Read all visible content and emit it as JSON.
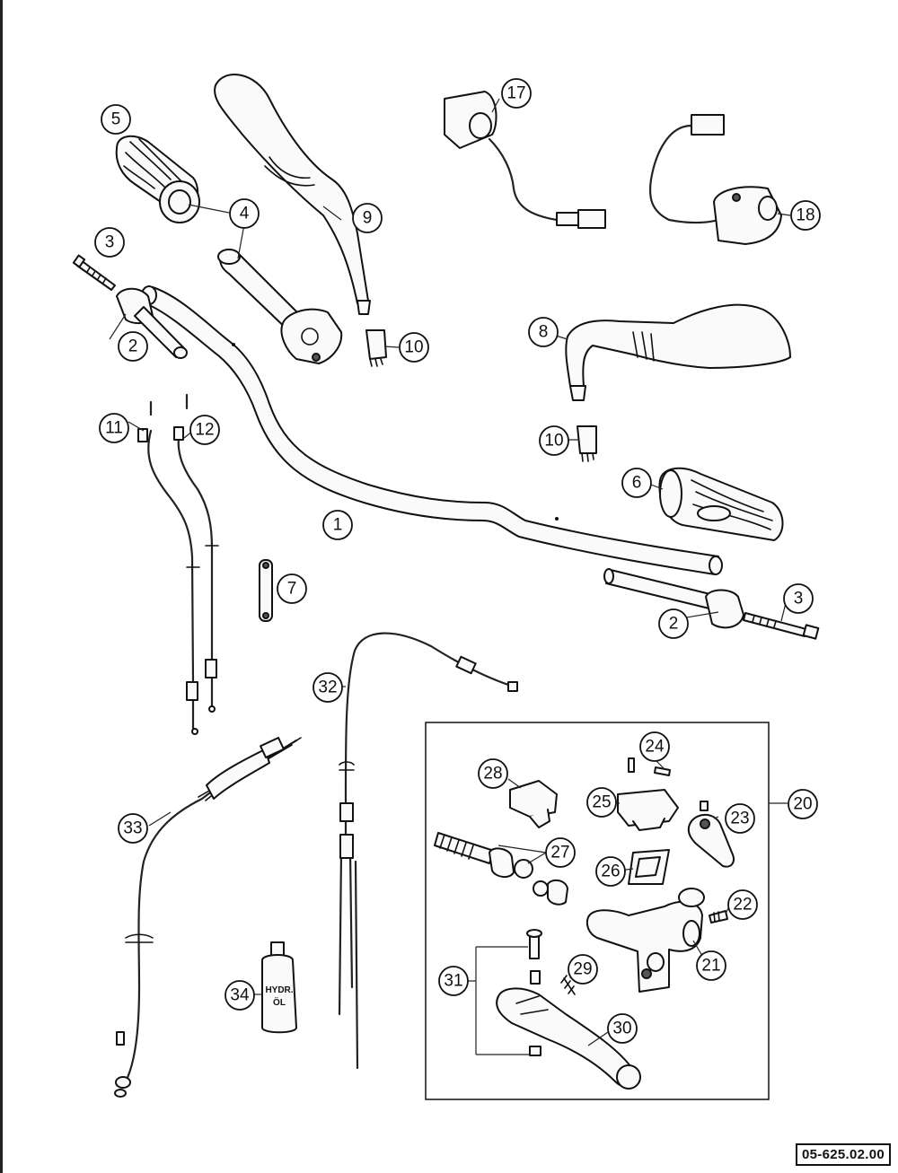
{
  "diagram": {
    "reference": "05-625.02.00",
    "oil_label_line1": "HYDR.",
    "oil_label_line2": "ÖL",
    "callouts": [
      {
        "id": "c5",
        "label": "5"
      },
      {
        "id": "c4",
        "label": "4"
      },
      {
        "id": "c3a",
        "label": "3"
      },
      {
        "id": "c2a",
        "label": "2"
      },
      {
        "id": "c9",
        "label": "9"
      },
      {
        "id": "c10a",
        "label": "10"
      },
      {
        "id": "c17",
        "label": "17"
      },
      {
        "id": "c18",
        "label": "18"
      },
      {
        "id": "c8",
        "label": "8"
      },
      {
        "id": "c10b",
        "label": "10"
      },
      {
        "id": "c11",
        "label": "11"
      },
      {
        "id": "c12",
        "label": "12"
      },
      {
        "id": "c6",
        "label": "6"
      },
      {
        "id": "c1",
        "label": "1"
      },
      {
        "id": "c7",
        "label": "7"
      },
      {
        "id": "c3b",
        "label": "3"
      },
      {
        "id": "c2b",
        "label": "2"
      },
      {
        "id": "c32",
        "label": "32"
      },
      {
        "id": "c24",
        "label": "24"
      },
      {
        "id": "c28",
        "label": "28"
      },
      {
        "id": "c25",
        "label": "25"
      },
      {
        "id": "c20",
        "label": "20"
      },
      {
        "id": "c23",
        "label": "23"
      },
      {
        "id": "c33",
        "label": "33"
      },
      {
        "id": "c27",
        "label": "27"
      },
      {
        "id": "c26",
        "label": "26"
      },
      {
        "id": "c22",
        "label": "22"
      },
      {
        "id": "c21",
        "label": "21"
      },
      {
        "id": "c31",
        "label": "31"
      },
      {
        "id": "c29",
        "label": "29"
      },
      {
        "id": "c34",
        "label": "34"
      },
      {
        "id": "c30",
        "label": "30"
      }
    ]
  }
}
